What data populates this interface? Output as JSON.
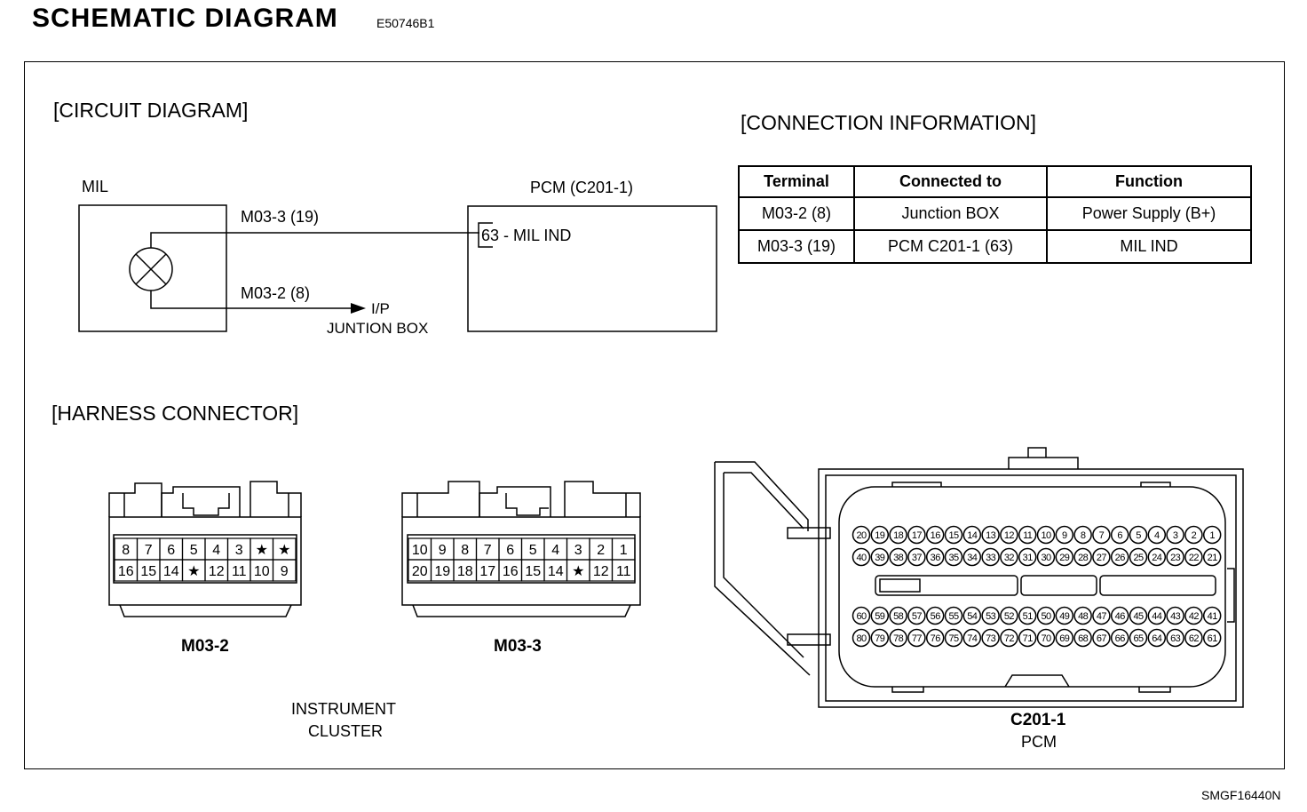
{
  "title": "SCHEMATIC DIAGRAM",
  "doc_code": "E50746B1",
  "footer_code": "SMGF16440N",
  "circuit": {
    "section_title": "[CIRCUIT DIAGRAM]",
    "mil_label": "MIL",
    "pcm_label": "PCM (C201-1)",
    "wire_top_label": "M03-3 (19)",
    "pin_label": "63 - MIL IND",
    "wire_bottom_label": "M03-2 (8)",
    "arrow_target_line1": "I/P",
    "arrow_target_line2": "JUNTION BOX"
  },
  "connection_info": {
    "section_title": "[CONNECTION INFORMATION]",
    "headers": [
      "Terminal",
      "Connected to",
      "Function"
    ],
    "rows": [
      [
        "M03-2 (8)",
        "Junction BOX",
        "Power Supply (B+)"
      ],
      [
        "M03-3 (19)",
        "PCM C201-1 (63)",
        "MIL IND"
      ]
    ]
  },
  "harness": {
    "section_title": "[HARNESS CONNECTOR]",
    "m03_2": {
      "name": "M03-2",
      "row1": [
        "8",
        "7",
        "6",
        "5",
        "4",
        "3",
        "★",
        "★"
      ],
      "row2": [
        "16",
        "15",
        "14",
        "★",
        "12",
        "11",
        "10",
        "9"
      ]
    },
    "m03_3": {
      "name": "M03-3",
      "row1": [
        "10",
        "9",
        "8",
        "7",
        "6",
        "5",
        "4",
        "3",
        "2",
        "1"
      ],
      "row2": [
        "20",
        "19",
        "18",
        "17",
        "16",
        "15",
        "14",
        "★",
        "12",
        "11"
      ]
    },
    "cluster_label_line1": "INSTRUMENT",
    "cluster_label_line2": "CLUSTER",
    "c201": {
      "name": "C201-1",
      "sub": "PCM",
      "row1": [
        "20",
        "19",
        "18",
        "17",
        "16",
        "15",
        "14",
        "13",
        "12",
        "11",
        "10",
        "9",
        "8",
        "7",
        "6",
        "5",
        "4",
        "3",
        "2",
        "1"
      ],
      "row2": [
        "40",
        "39",
        "38",
        "37",
        "36",
        "35",
        "34",
        "33",
        "32",
        "31",
        "30",
        "29",
        "28",
        "27",
        "26",
        "25",
        "24",
        "23",
        "22",
        "21"
      ],
      "row3": [
        "60",
        "59",
        "58",
        "57",
        "56",
        "55",
        "54",
        "53",
        "52",
        "51",
        "50",
        "49",
        "48",
        "47",
        "46",
        "45",
        "44",
        "43",
        "42",
        "41"
      ],
      "row4": [
        "80",
        "79",
        "78",
        "77",
        "76",
        "75",
        "74",
        "73",
        "72",
        "71",
        "70",
        "69",
        "68",
        "67",
        "66",
        "65",
        "64",
        "63",
        "62",
        "61"
      ]
    }
  }
}
